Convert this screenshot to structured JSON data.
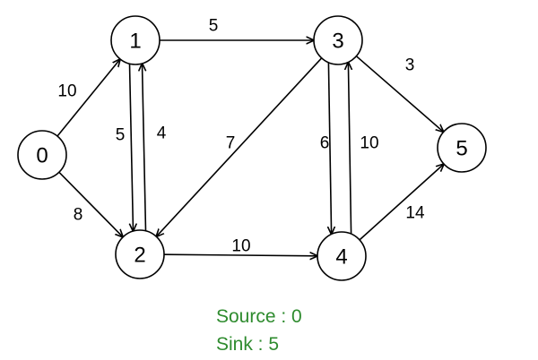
{
  "graph": {
    "nodes": [
      {
        "id": "0",
        "label": "0"
      },
      {
        "id": "1",
        "label": "1"
      },
      {
        "id": "2",
        "label": "2"
      },
      {
        "id": "3",
        "label": "3"
      },
      {
        "id": "4",
        "label": "4"
      },
      {
        "id": "5",
        "label": "5"
      }
    ],
    "edges": [
      {
        "from": "0",
        "to": "1",
        "capacity": "10"
      },
      {
        "from": "0",
        "to": "2",
        "capacity": "8"
      },
      {
        "from": "1",
        "to": "3",
        "capacity": "5"
      },
      {
        "from": "1",
        "to": "2",
        "capacity": "5"
      },
      {
        "from": "2",
        "to": "1",
        "capacity": "4"
      },
      {
        "from": "3",
        "to": "2",
        "capacity": "7"
      },
      {
        "from": "3",
        "to": "5",
        "capacity": "3"
      },
      {
        "from": "3",
        "to": "4",
        "capacity": "6"
      },
      {
        "from": "4",
        "to": "3",
        "capacity": "10"
      },
      {
        "from": "2",
        "to": "4",
        "capacity": "10"
      },
      {
        "from": "4",
        "to": "5",
        "capacity": "14"
      }
    ]
  },
  "caption": {
    "source": "Source : 0",
    "sink": "Sink : 5",
    "color": "#2e8b2e"
  },
  "colors": {
    "stroke": "#000000",
    "node_fill": "#ffffff",
    "text": "#000000"
  }
}
